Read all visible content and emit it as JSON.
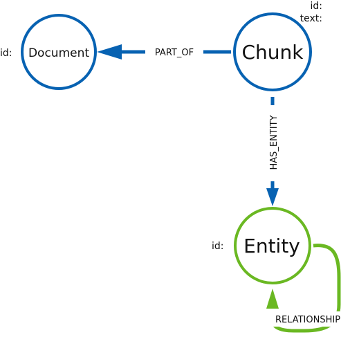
{
  "colors": {
    "blue": "#0762b2",
    "green": "#6ab822",
    "text": "#111111",
    "background": "#ffffff"
  },
  "nodes": {
    "document": {
      "label": "Document",
      "props": [
        "id:"
      ]
    },
    "chunk": {
      "label": "Chunk",
      "props": [
        "id:",
        "text:"
      ]
    },
    "entity": {
      "label": "Entity",
      "props": [
        "id:"
      ]
    }
  },
  "edges": {
    "part_of": {
      "label": "PART_OF",
      "from": "Chunk",
      "to": "Document"
    },
    "has_entity": {
      "label": "HAS_ENTITY",
      "from": "Chunk",
      "to": "Entity"
    },
    "relationship": {
      "label": "RELATIONSHIP",
      "from": "Entity",
      "to": "Entity"
    }
  }
}
